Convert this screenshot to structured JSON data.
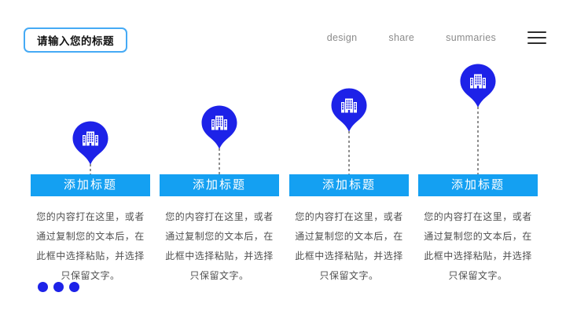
{
  "header": {
    "title_placeholder": "请输入您的标题",
    "nav_items": [
      "design",
      "share",
      "summaries"
    ]
  },
  "columns": [
    {
      "title": "添加标题",
      "body": "您的内容打在这里，或者\n通过复制您的文本后，在\n此框中选择粘贴，并选择\n只保留文字。"
    },
    {
      "title": "添加标题",
      "body": "您的内容打在这里，或者\n通过复制您的文本后，在\n此框中选择粘贴，并选择\n只保留文字。"
    },
    {
      "title": "添加标题",
      "body": "您的内容打在这里，或者\n通过复制您的文本后，在\n此框中选择粘贴，并选择\n只保留文字。"
    },
    {
      "title": "添加标题",
      "body": "您的内容打在这里，或者\n通过复制您的文本后，在\n此框中选择粘贴，并选择\n只保留文字。"
    }
  ],
  "footer": {
    "dot_count": 3
  },
  "colors": {
    "pin_blue": "#1d22e8",
    "banner_blue": "#14a0f2",
    "dot_blue": "#1d22e8",
    "title_box_border": "#45aaf5"
  }
}
